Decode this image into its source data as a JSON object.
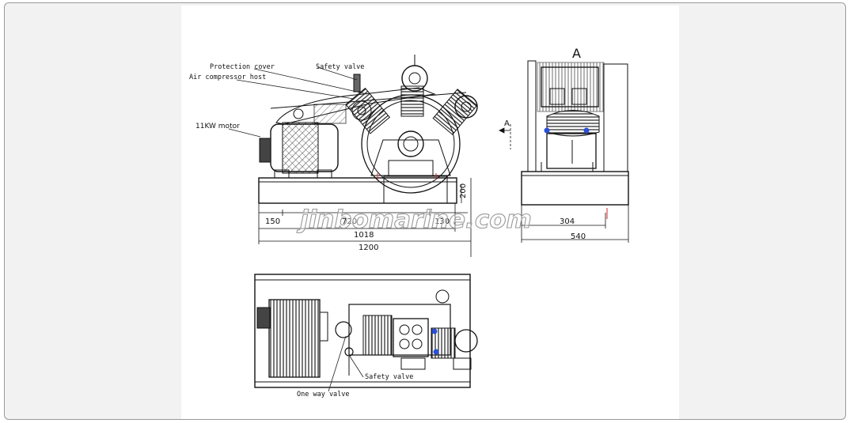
{
  "labels": {
    "protection_cover": "Protection cover",
    "air_compressor_host": "Air compressor host",
    "safety_valve_top": "Safety valve",
    "motor": "11KW motor",
    "safety_valve_bottom": "Safety valve",
    "one_way_valve": "One way valve",
    "view_a": "A",
    "arrow_a": "A"
  },
  "dimensions": {
    "d150": "150",
    "d720": "720",
    "d130": "130",
    "d1018": "1018",
    "d1200": "1200",
    "d304": "304",
    "d540": "540",
    "d200": "200"
  },
  "watermark": "jinbomarine.com",
  "colors": {
    "background": "#f2f2f2",
    "sheet": "#ffffff",
    "line": "#111111",
    "accent_blue": "#2a4fd8",
    "accent_red": "#d42a2a"
  }
}
